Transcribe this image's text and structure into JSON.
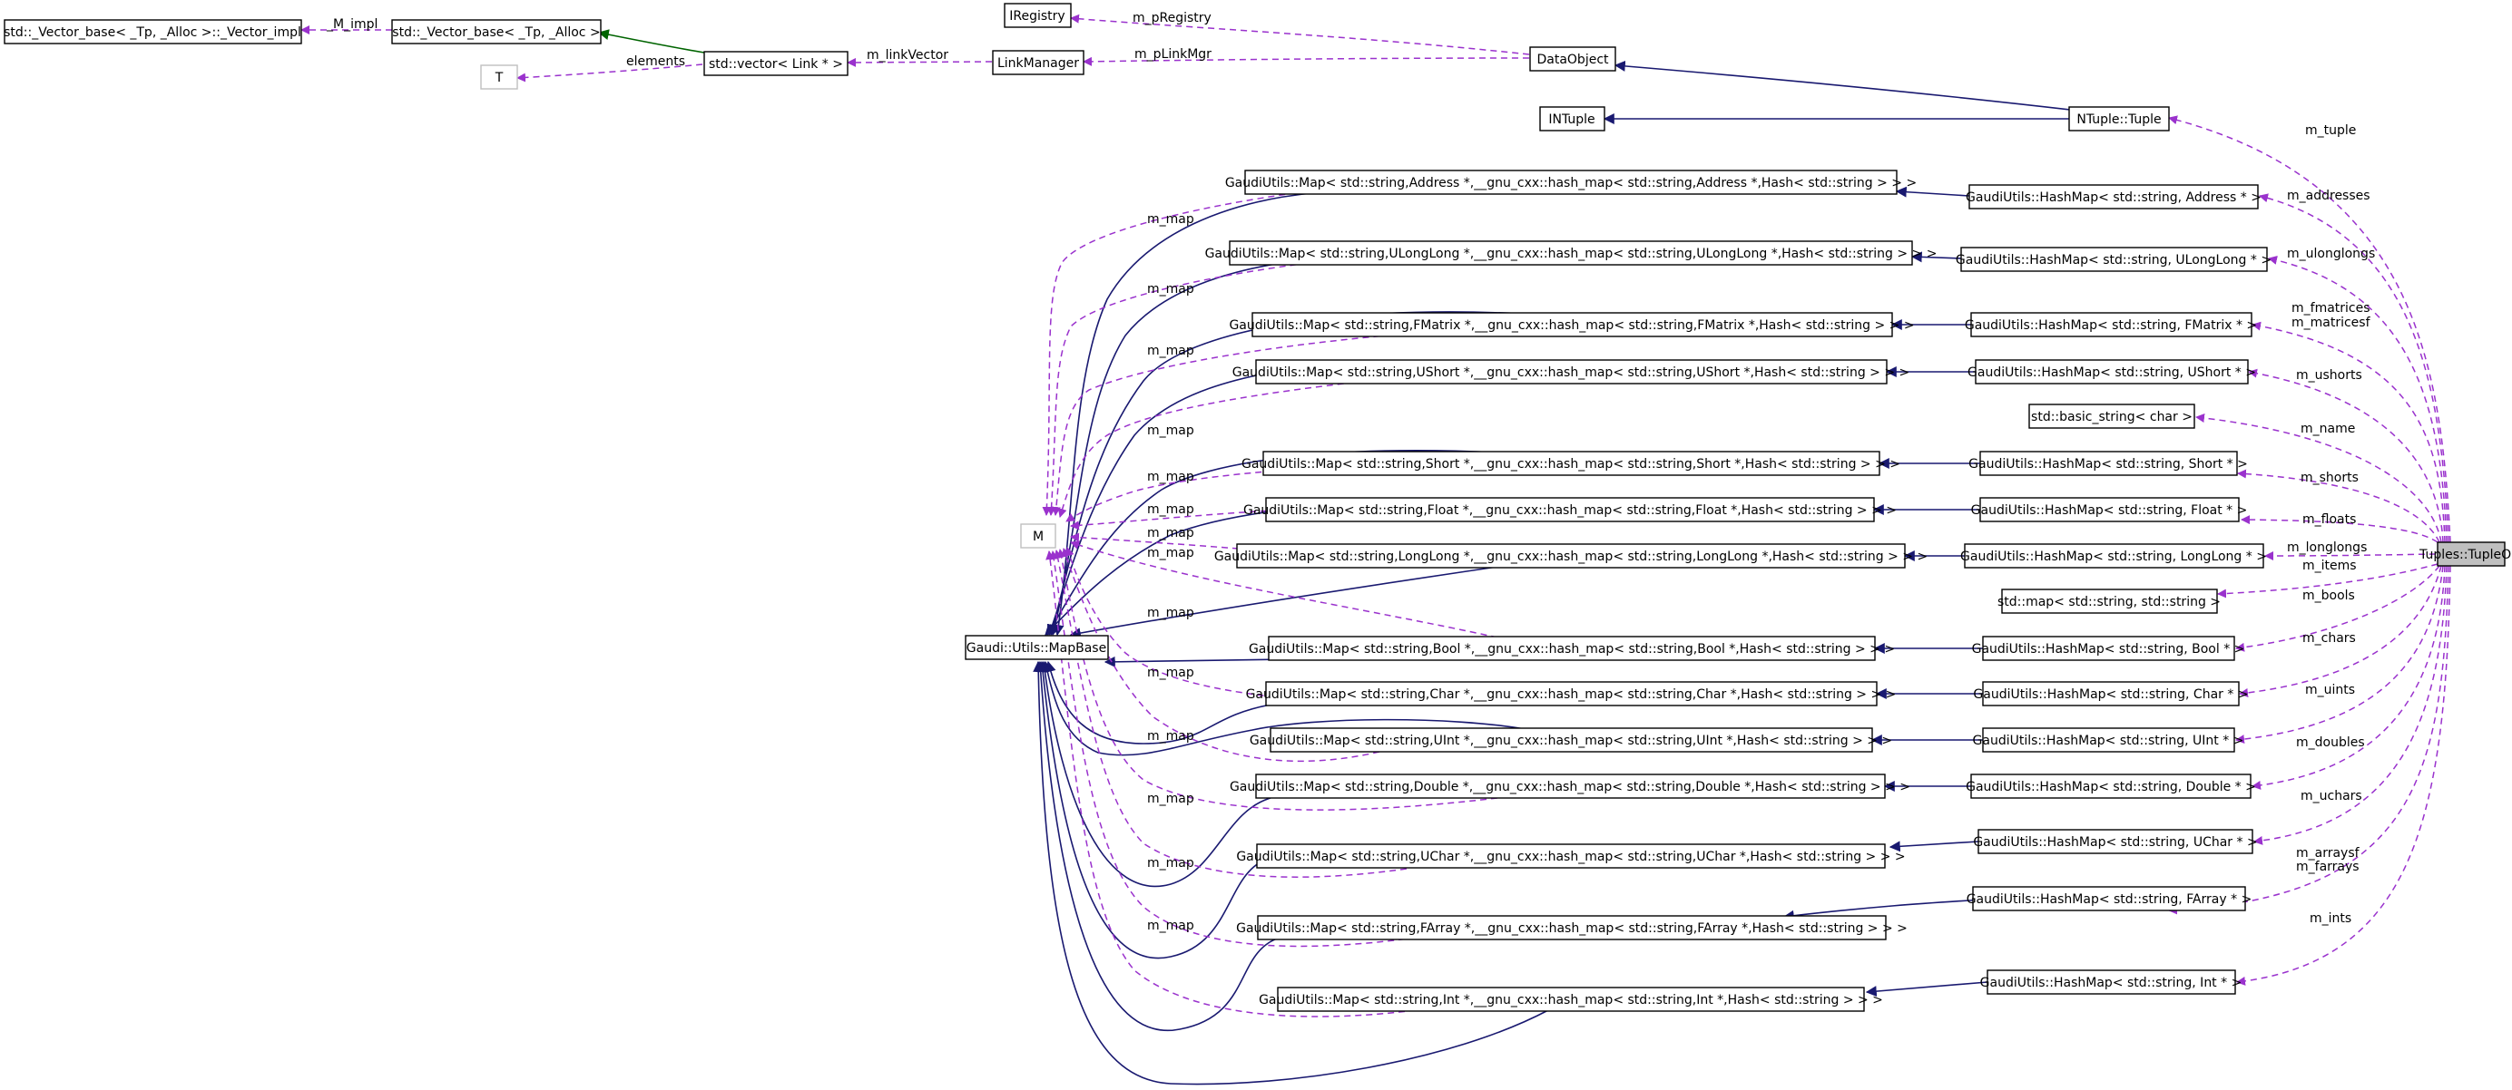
{
  "colors": {
    "usage": "#9a32cd",
    "inheritance": "#191970",
    "template": "#006400",
    "focus_fill": "#bfbfbf",
    "undocumented_border": "#bfbfbf"
  },
  "legend_kinds": {
    "usage": "dashed purple arrow = member usage",
    "inheritance": "solid dark blue arrow = inheritance",
    "template": "solid green arrow = template instance"
  },
  "nodes": {
    "vector_impl": "std::_Vector_base< _Tp, _Alloc >::_Vector_impl",
    "vector_base": "std::_Vector_base< _Tp, _Alloc >",
    "t": "T",
    "vector_link": "std::vector< Link * >",
    "iregistry": "IRegistry",
    "link_manager": "LinkManager",
    "data_object": "DataObject",
    "intuple": "INTuple",
    "ntuple_tuple": "NTuple::Tuple",
    "map_address": "GaudiUtils::Map< std::string,Address *,__gnu_cxx::hash_map< std::string,Address *,Hash< std::string > > >",
    "map_ulonglong": "GaudiUtils::Map< std::string,ULongLong *,__gnu_cxx::hash_map< std::string,ULongLong *,Hash< std::string > > >",
    "map_fmatrix": "GaudiUtils::Map< std::string,FMatrix *,__gnu_cxx::hash_map< std::string,FMatrix *,Hash< std::string > > >",
    "map_ushort": "GaudiUtils::Map< std::string,UShort *,__gnu_cxx::hash_map< std::string,UShort *,Hash< std::string > > >",
    "map_short": "GaudiUtils::Map< std::string,Short *,__gnu_cxx::hash_map< std::string,Short *,Hash< std::string > > >",
    "map_float": "GaudiUtils::Map< std::string,Float *,__gnu_cxx::hash_map< std::string,Float *,Hash< std::string > > >",
    "map_longlong": "GaudiUtils::Map< std::string,LongLong *,__gnu_cxx::hash_map< std::string,LongLong *,Hash< std::string > > >",
    "map_bool": "GaudiUtils::Map< std::string,Bool *,__gnu_cxx::hash_map< std::string,Bool *,Hash< std::string > > >",
    "map_char": "GaudiUtils::Map< std::string,Char *,__gnu_cxx::hash_map< std::string,Char *,Hash< std::string > > >",
    "map_uint": "GaudiUtils::Map< std::string,UInt *,__gnu_cxx::hash_map< std::string,UInt *,Hash< std::string > > >",
    "map_double": "GaudiUtils::Map< std::string,Double *,__gnu_cxx::hash_map< std::string,Double *,Hash< std::string > > >",
    "map_uchar": "GaudiUtils::Map< std::string,UChar *,__gnu_cxx::hash_map< std::string,UChar *,Hash< std::string > > >",
    "map_farray": "GaudiUtils::Map< std::string,FArray *,__gnu_cxx::hash_map< std::string,FArray *,Hash< std::string > > >",
    "map_int": "GaudiUtils::Map< std::string,Int *,__gnu_cxx::hash_map< std::string,Int *,Hash< std::string > > >",
    "m_node": "M",
    "mapbase": "Gaudi::Utils::MapBase",
    "hm_address": "GaudiUtils::HashMap< std::string, Address * >",
    "hm_ulonglong": "GaudiUtils::HashMap< std::string, ULongLong * >",
    "hm_fmatrix": "GaudiUtils::HashMap< std::string, FMatrix * >",
    "hm_ushort": "GaudiUtils::HashMap< std::string, UShort * >",
    "basic_string": "std::basic_string< char >",
    "hm_short": "GaudiUtils::HashMap< std::string, Short * >",
    "hm_float": "GaudiUtils::HashMap< std::string, Float * >",
    "hm_longlong": "GaudiUtils::HashMap< std::string, LongLong * >",
    "std_map": "std::map< std::string, std::string >",
    "hm_bool": "GaudiUtils::HashMap< std::string, Bool * >",
    "hm_char": "GaudiUtils::HashMap< std::string, Char * >",
    "hm_uint": "GaudiUtils::HashMap< std::string, UInt * >",
    "hm_double": "GaudiUtils::HashMap< std::string, Double * >",
    "hm_uchar": "GaudiUtils::HashMap< std::string, UChar * >",
    "hm_farray": "GaudiUtils::HashMap< std::string, FArray * >",
    "hm_int": "GaudiUtils::HashMap< std::string, Int * >",
    "tupleobj": "Tuples::TupleObj"
  },
  "edge_labels": {
    "m_impl": "_M_impl",
    "elements": "elements",
    "m_linkvector": "m_linkVector",
    "m_pregistry": "m_pRegistry",
    "m_plinkmgr": "m_pLinkMgr",
    "m_map": "m_map",
    "m_tuple": "m_tuple",
    "m_addresses": "m_addresses",
    "m_ulonglongs": "m_ulonglongs",
    "m_fmatrices": "m_fmatrices",
    "m_matricesf": "m_matricesf",
    "m_ushorts": "m_ushorts",
    "m_name": "m_name",
    "m_shorts": "m_shorts",
    "m_floats": "m_floats",
    "m_longlongs": "m_longlongs",
    "m_items": "m_items",
    "m_bools": "m_bools",
    "m_chars": "m_chars",
    "m_uints": "m_uints",
    "m_doubles": "m_doubles",
    "m_uchars": "m_uchars",
    "m_arraysf": "m_arraysf",
    "m_farrays": "m_farrays",
    "m_ints": "m_ints"
  }
}
